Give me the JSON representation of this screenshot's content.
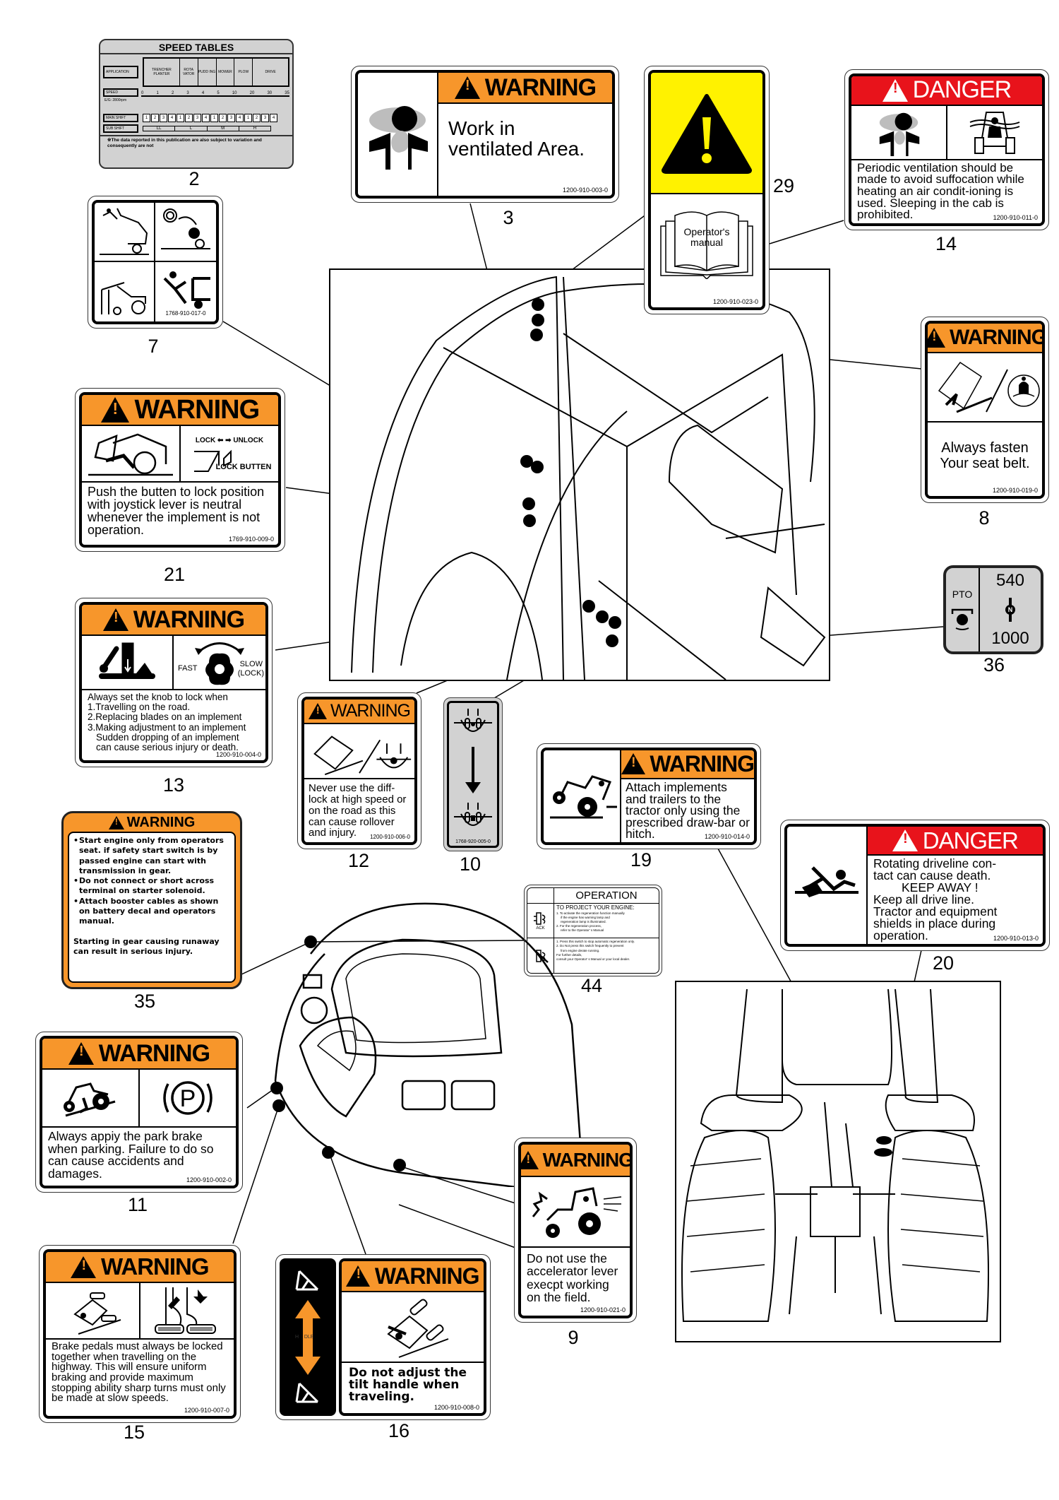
{
  "callouts": {
    "c2": "2",
    "c3": "3",
    "c29": "29",
    "c14": "14",
    "c7": "7",
    "c8": "8",
    "c21": "21",
    "c36": "36",
    "c13": "13",
    "c12": "12",
    "c10": "10",
    "c19": "19",
    "c20": "20",
    "c35": "35",
    "c44": "44",
    "c11": "11",
    "c9": "9",
    "c15": "15",
    "c16": "16"
  },
  "decal_2": {
    "title": "SPEED TABLES",
    "application_label": "APPLICATION",
    "applications": [
      "TRENCHER PLANTER",
      "ROTA VATOR",
      "PUDD ING",
      "MOWER",
      "PLOW",
      "DRIVE"
    ],
    "speed_label": "SPEED",
    "speed_ticks": [
      "0",
      "1",
      "2",
      "3",
      "4",
      "5",
      "10",
      "20",
      "30",
      "35"
    ],
    "engine_label": "E/G: 2800rpm",
    "main_shift_label": "MAIN SHIFT",
    "main_shift_values": [
      "1",
      "2",
      "3",
      "4",
      "1",
      "2",
      "3",
      "4",
      "1",
      "2",
      "3",
      "4",
      "1",
      "2",
      "3",
      "4"
    ],
    "sub_shift_label": "SUB SHIFT",
    "sub_shift_values": [
      "LL",
      "L",
      "M",
      "H"
    ],
    "footnote": "※The data reported in this publication are also subject to variation and consequently are not"
  },
  "decal_3": {
    "header": "WARNING",
    "text": "Work in ventilated Area.",
    "code": "1200-910-003-0"
  },
  "decal_29": {
    "book_text_1": "Operator's",
    "book_text_2": "manual",
    "code": "1200-910-023-0"
  },
  "decal_14": {
    "header": "DANGER",
    "text": "Periodic ventilation should be made to avoid suffocation while heating an air condit-ioning is used. Sleeping in the cab is prohibited.",
    "code": "1200-910-011-0"
  },
  "decal_7": {
    "code": "1768-910-017-0"
  },
  "decal_8": {
    "header": "WARNING",
    "text_1": "Always fasten",
    "text_2": "Your  seat belt.",
    "code": "1200-910-019-0"
  },
  "decal_21": {
    "header": "WARNING",
    "lock_label": "LOCK",
    "unlock_label": "UNLOCK",
    "button_label": "LOCK BUTTEN",
    "text": "Push the butten to lock position with joystick lever is neutral whenever the implement is not operation.",
    "code": "1769-910-009-0"
  },
  "decal_36": {
    "pto_label": "PTO",
    "speed_high": "540",
    "neutral": "N",
    "speed_low": "1000"
  },
  "decal_13": {
    "header": "WARNING",
    "fast_label": "FAST",
    "slow_label": "SLOW",
    "lock_label": "(LOCK)",
    "lines": [
      "Always set the knob to lock when",
      "1.Travelling on the road.",
      "2.Replacing blades on an implement",
      "3.Making adjustment to an implement",
      "Sudden dropping of an implement",
      "can cause serious injury or death."
    ],
    "code": "1200-910-004-0"
  },
  "decal_12": {
    "header": "WARNING",
    "text": "Never use the diff-lock at high speed or on the road as this can cause rollover and injury.",
    "code": "1200-910-006-0"
  },
  "decal_10": {
    "code": "1768-920-005-0"
  },
  "decal_19": {
    "header": "WARNING",
    "text": "Attach implements and trailers to the tractor only using the prescribed draw-bar or hitch.",
    "code": "1200-910-014-0"
  },
  "decal_20": {
    "header": "DANGER",
    "lines": [
      "Rotating driveline  con-",
      "tact can cause death.",
      "KEEP AWAY !",
      "Keep all drive line.",
      "Tractor and equipment",
      "shields in place during",
      "operation."
    ],
    "code": "1200-910-013-0"
  },
  "decal_35": {
    "header": "WARNING",
    "bullets": [
      "Start engine only from operators seat. if safety start switch is by passed engine can start with transmission in gear.",
      "Do not connect or short across terminal on starter solenoid.",
      "Attach booster cables as shown on battery decal and operators manual."
    ],
    "footer": "Starting in gear causing runaway can result in serious injury."
  },
  "decal_44": {
    "title": "OPERATION",
    "section1_title": "TO PROJECT YOUR ENGINE:",
    "section1_lines": [
      "1. To activate the regeneration function manually",
      "if the engine has warning lamp and",
      "regeneration lamp is illuminated.",
      "2. For the regeneration process,",
      "refer to the Operator'      s Manual"
    ],
    "ack_label": "ACK",
    "section2_lines": [
      "1. Press this switch to stop automatic regeneration only.",
      "2. Do Not press this switch frequently to prevent",
      "from engine derate running.",
      "For further details,",
      "consult your Operator'      s Manual or your local dealer."
    ]
  },
  "decal_11": {
    "header": "WARNING",
    "park_symbol": "P",
    "text": "Always appiy the park  brake when parking. Failure to do so can cause accidents and damages.",
    "code": "1200-910-002-0"
  },
  "decal_9": {
    "header": "WARNING",
    "text": "Do not use the accelerator lever execpt working on the field.",
    "code": "1200-910-021-0"
  },
  "decal_15": {
    "header": "WARNING",
    "text": "Brake pedals must always be locked together when travelling on the highway. This will ensure uniform braking and provide maximum stopping ability sharp turns must only be made at slow speeds.",
    "code": "1200-910-007-0"
  },
  "decal_16": {
    "header": "WARNING",
    "side_text": "H    DLE",
    "text": "Do not adjust the tilt handle when traveling.",
    "code": "1200-910-008-0"
  },
  "colors": {
    "warning_orange": "#f7962b",
    "danger_red": "#e8131b",
    "caution_yellow": "#fff200",
    "decal_grey": "#d2d2d2"
  }
}
